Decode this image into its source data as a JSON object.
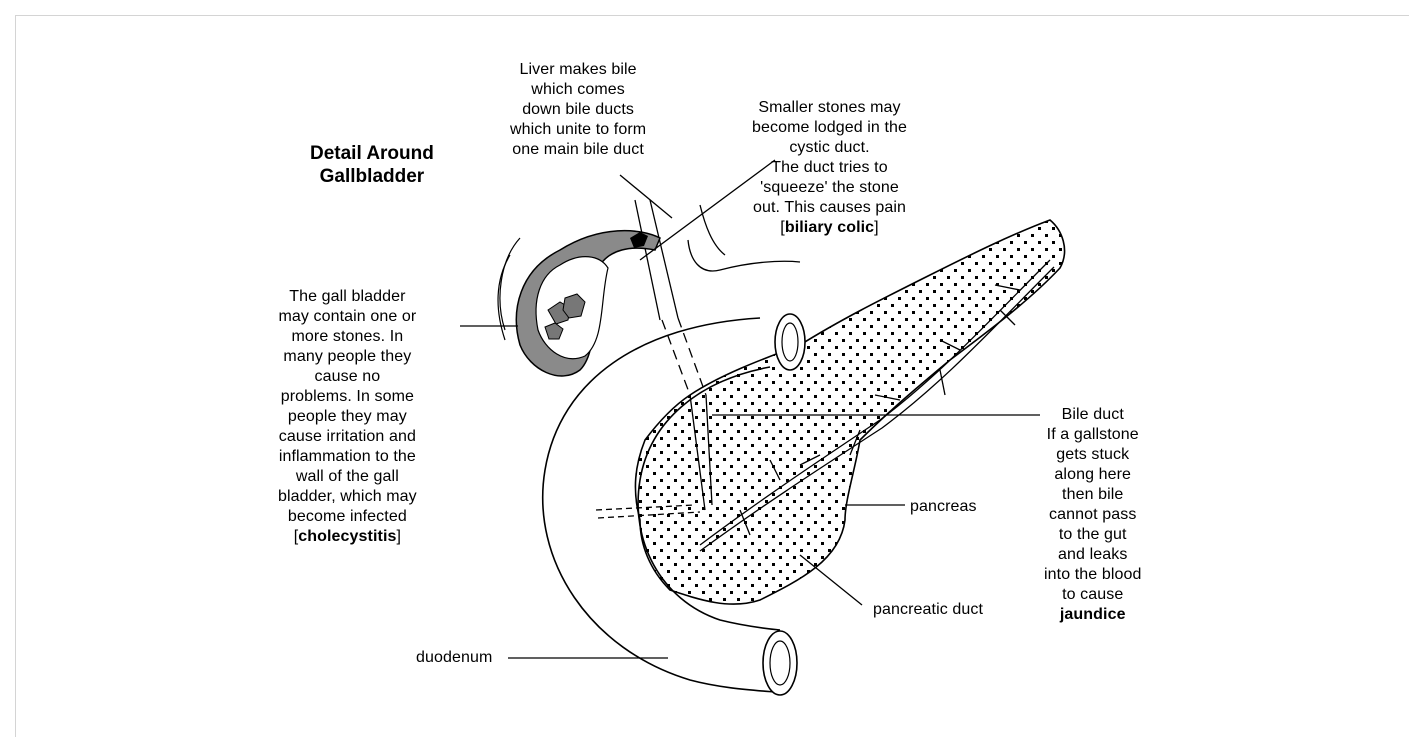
{
  "title": [
    "Detail Around",
    "Gallbladder"
  ],
  "labels": {
    "liver": [
      "Liver makes bile",
      "which comes",
      "down bile ducts",
      "which unite to form",
      "one main bile duct"
    ],
    "stones": [
      "Smaller stones may",
      "become lodged in the",
      "cystic duct.",
      "The duct tries to",
      "'squeeze' the stone",
      "out. This causes pain"
    ],
    "stones_term": "biliary colic",
    "gallbladder": [
      "The gall bladder",
      "may contain one or",
      "more stones. In",
      "many people they",
      "cause no",
      "problems. In some",
      "people they may",
      "cause irritation and",
      "inflammation to the",
      "wall of the gall",
      "bladder, which may",
      "become infected"
    ],
    "gallbladder_term": "cholecystitis",
    "bileduct": [
      "Bile duct",
      "If a gallstone",
      "gets stuck",
      "along here",
      "then bile",
      "cannot pass",
      "to the gut",
      "and leaks",
      "into the blood",
      "to cause"
    ],
    "bileduct_term": "jaundice",
    "pancreas": "pancreas",
    "pancreatic_duct": "pancreatic duct",
    "duodenum": "duodenum"
  }
}
